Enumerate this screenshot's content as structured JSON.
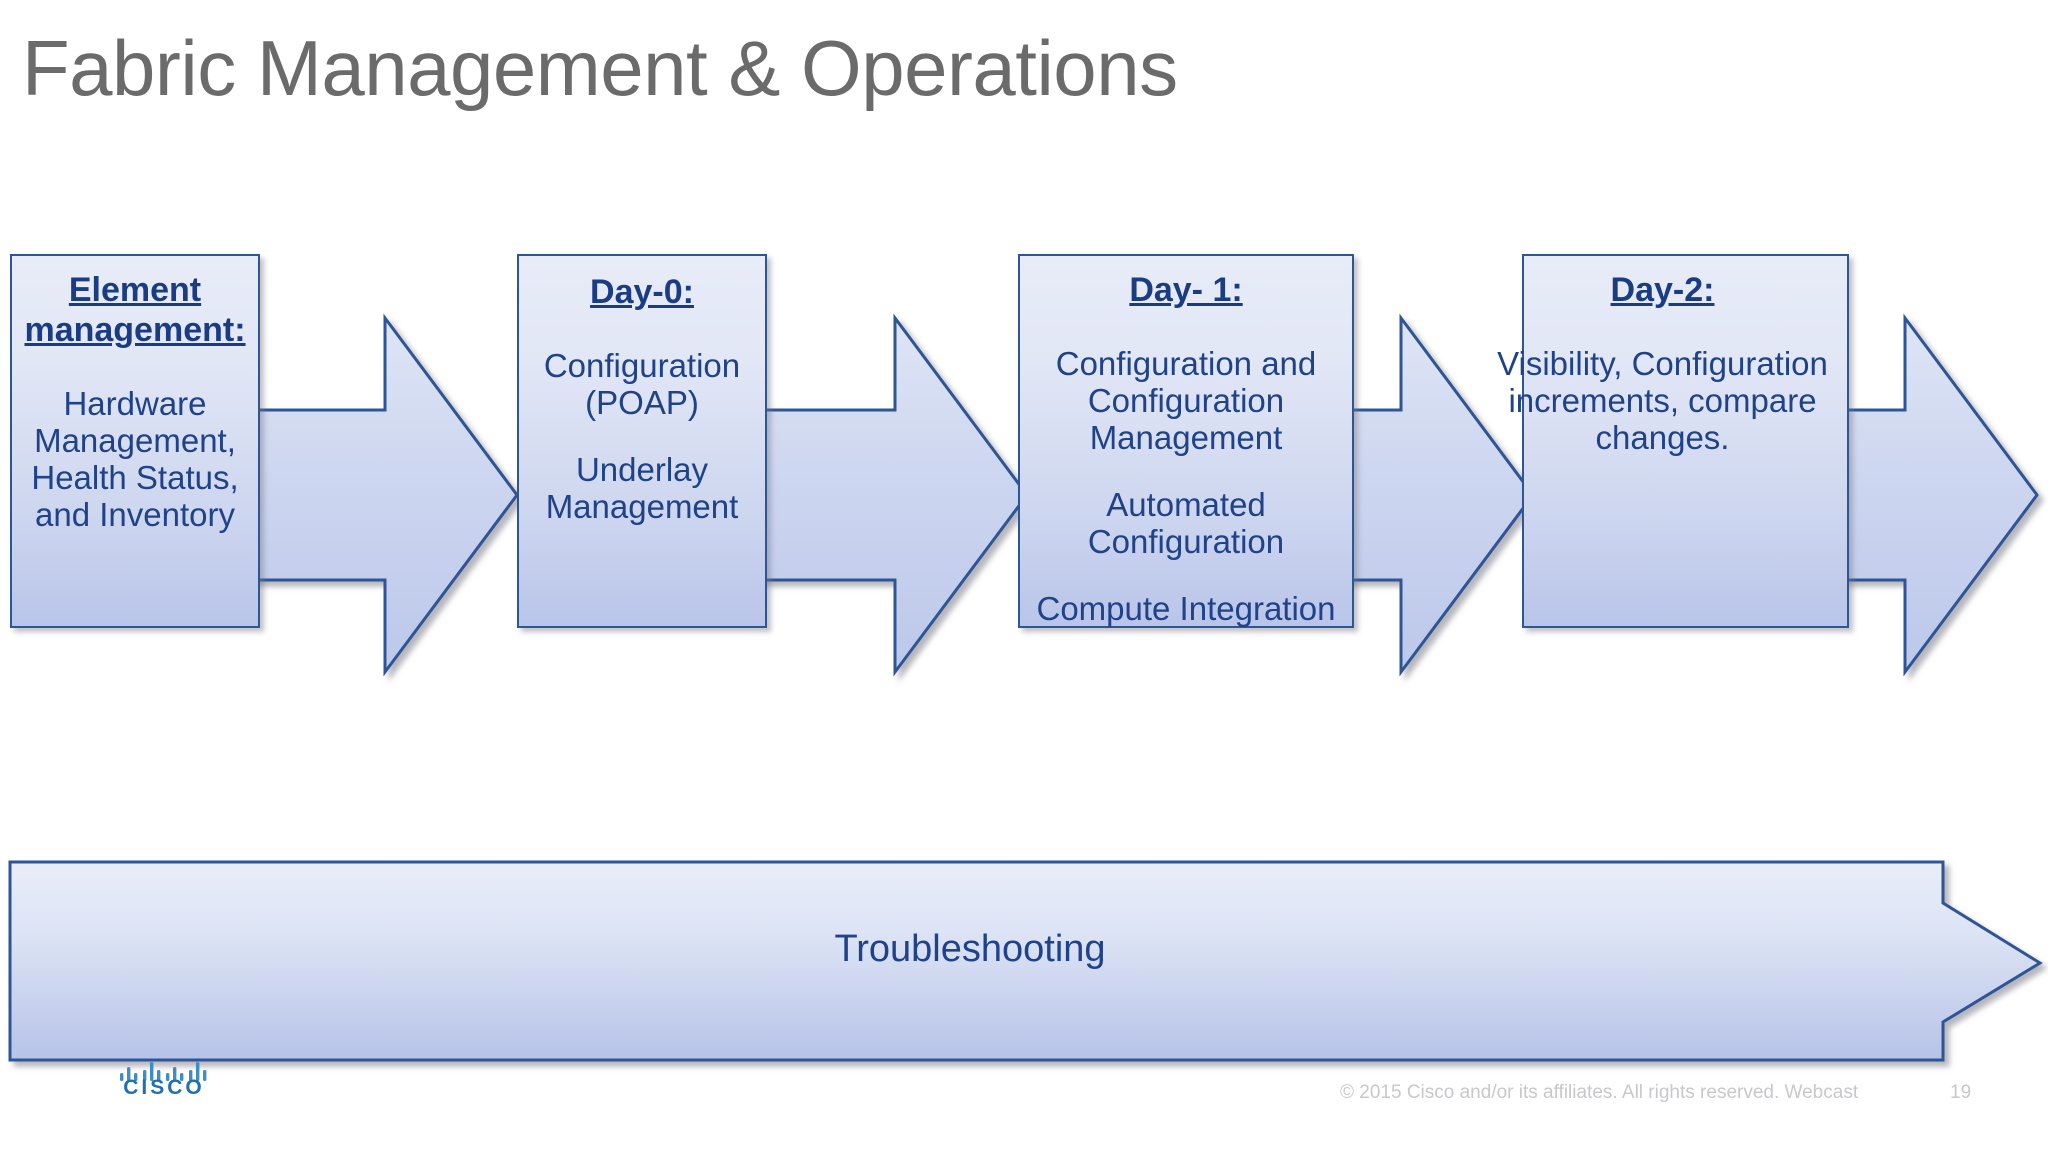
{
  "slide": {
    "title": "Fabric Management & Operations",
    "title_color": "#6b6b6b",
    "accent_color": "#2e5596",
    "text_color": "#1f4288",
    "background": "#ffffff"
  },
  "stages": [
    {
      "id": "element-management",
      "heading": "Element management:",
      "paragraphs": [
        "Hardware Management, Health Status, and Inventory"
      ]
    },
    {
      "id": "day-0",
      "heading": "Day-0:",
      "paragraphs": [
        "Configuration (POAP)",
        "Underlay Management"
      ]
    },
    {
      "id": "day-1",
      "heading": "Day- 1:",
      "paragraphs": [
        "Configuration and Configuration Management",
        "Automated Configuration",
        "Compute Integration"
      ]
    },
    {
      "id": "day-2",
      "heading": "Day-2:",
      "paragraphs": [
        "Visibility, Configuration increments, compare changes."
      ]
    }
  ],
  "troubleshooting": {
    "label": "Troubleshooting"
  },
  "footer": {
    "copyright": "© 2015  Cisco and/or its affiliates. All rights reserved.  Webcast",
    "page_number": "19",
    "logo_word": "CISCO",
    "logo_icon": "cisco-bridge-icon"
  }
}
